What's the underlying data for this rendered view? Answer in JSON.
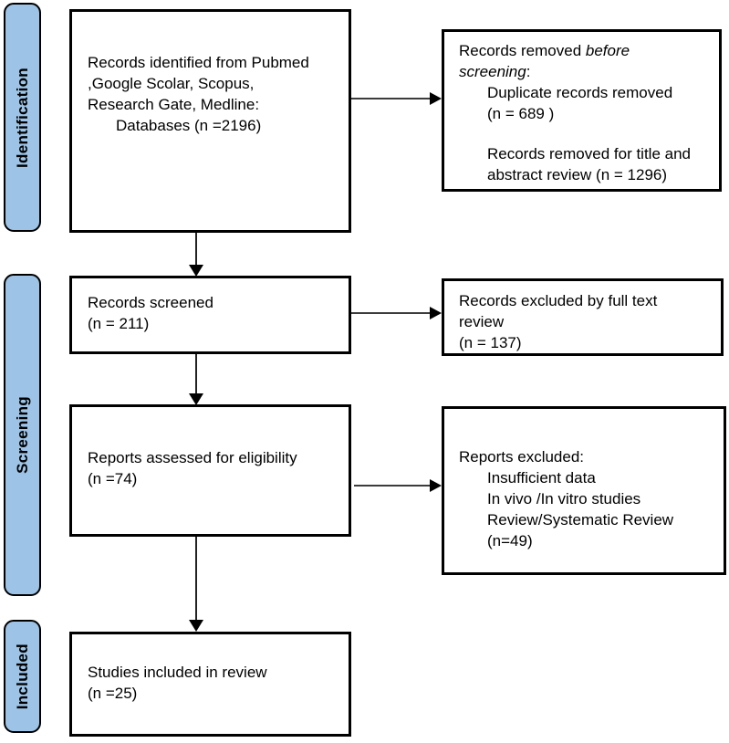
{
  "diagram_type": "prisma-flow-diagram",
  "colors": {
    "stage_fill": "#9dc3e6",
    "box_border": "#000000",
    "arrow": "#000000"
  },
  "sidebar": {
    "identification_label": "Identification",
    "screening_label": "Screening",
    "included_label": "Included"
  },
  "boxes": {
    "identified": {
      "lines": [
        "Records identified from Pubmed",
        ",Google Scolar, Scopus,",
        "Research Gate, Medline:",
        "Databases (n =2196)"
      ]
    },
    "removed_before": {
      "l1_normal": "Records removed ",
      "l1_italic": "before",
      "l2_italic": "screening",
      "l2_normal": ":",
      "item1_l1": "Duplicate records removed",
      "item1_l2": "(n = 689 )",
      "item2_l1": "Records removed for title and",
      "item2_l2": "abstract review (n = 1296)"
    },
    "screened": {
      "lines": [
        "Records screened",
        "(n = 211)"
      ]
    },
    "excluded_fulltext": {
      "lines": [
        "Records excluded by full text",
        "review",
        "(n = 137)"
      ]
    },
    "assessed": {
      "lines": [
        "Reports assessed for eligibility",
        "(n =74)"
      ]
    },
    "reports_excluded": {
      "heading": "Reports excluded:",
      "items": [
        "Insufficient data",
        "In vivo /In vitro studies",
        "Review/Systematic Review",
        "(n=49)"
      ]
    },
    "included_studies": {
      "lines": [
        "Studies included in review",
        "(n =25)"
      ]
    }
  }
}
